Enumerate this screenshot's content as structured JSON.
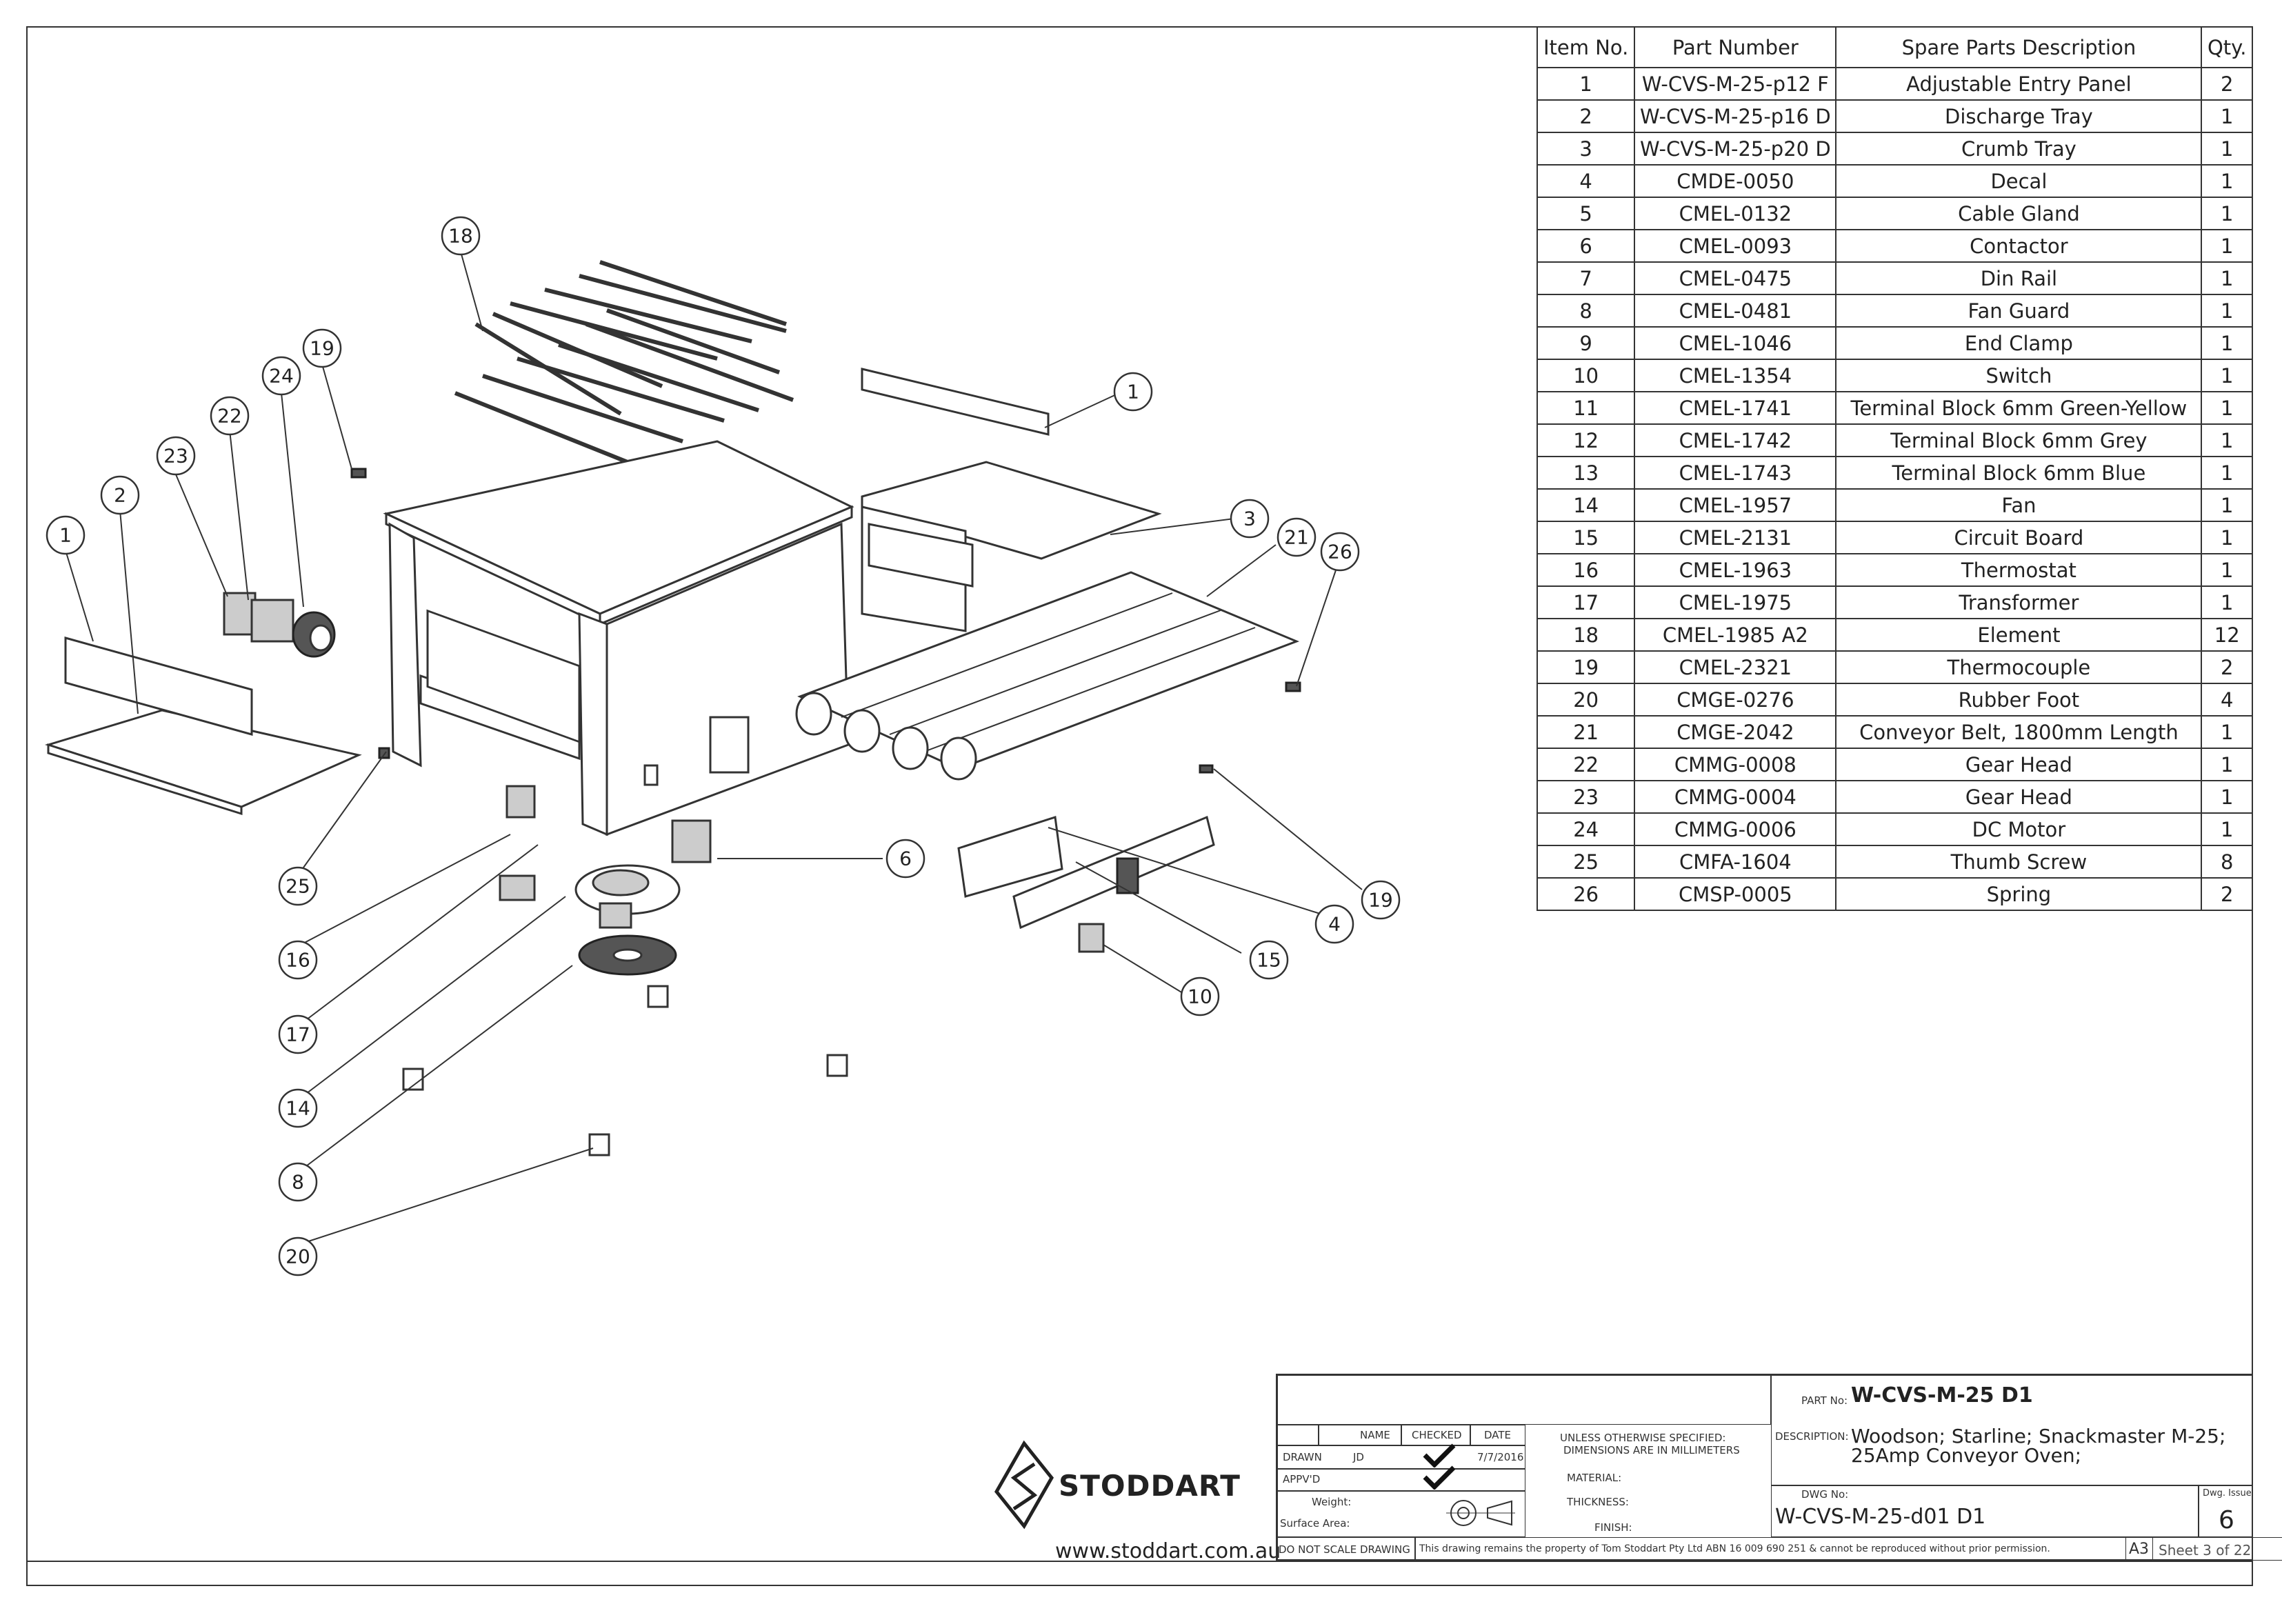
{
  "table": {
    "headers": [
      "Item No.",
      "Part Number",
      "Spare Parts Description",
      "Qty."
    ],
    "rows": [
      [
        "1",
        "W-CVS-M-25-p12 F",
        "Adjustable Entry Panel",
        "2"
      ],
      [
        "2",
        "W-CVS-M-25-p16 D",
        "Discharge Tray",
        "1"
      ],
      [
        "3",
        "W-CVS-M-25-p20 D",
        "Crumb Tray",
        "1"
      ],
      [
        "4",
        "CMDE-0050",
        "Decal",
        "1"
      ],
      [
        "5",
        "CMEL-0132",
        "Cable Gland",
        "1"
      ],
      [
        "6",
        "CMEL-0093",
        "Contactor",
        "1"
      ],
      [
        "7",
        "CMEL-0475",
        "Din Rail",
        "1"
      ],
      [
        "8",
        "CMEL-0481",
        "Fan Guard",
        "1"
      ],
      [
        "9",
        "CMEL-1046",
        "End Clamp",
        "1"
      ],
      [
        "10",
        "CMEL-1354",
        "Switch",
        "1"
      ],
      [
        "11",
        "CMEL-1741",
        "Terminal Block 6mm Green-Yellow",
        "1"
      ],
      [
        "12",
        "CMEL-1742",
        "Terminal Block 6mm Grey",
        "1"
      ],
      [
        "13",
        "CMEL-1743",
        "Terminal Block 6mm Blue",
        "1"
      ],
      [
        "14",
        "CMEL-1957",
        "Fan",
        "1"
      ],
      [
        "15",
        "CMEL-2131",
        "Circuit Board",
        "1"
      ],
      [
        "16",
        "CMEL-1963",
        "Thermostat",
        "1"
      ],
      [
        "17",
        "CMEL-1975",
        "Transformer",
        "1"
      ],
      [
        "18",
        "CMEL-1985 A2",
        "Element",
        "12"
      ],
      [
        "19",
        "CMEL-2321",
        "Thermocouple",
        "2"
      ],
      [
        "20",
        "CMGE-0276",
        "Rubber Foot",
        "4"
      ],
      [
        "21",
        "CMGE-2042",
        "Conveyor Belt, 1800mm Length",
        "1"
      ],
      [
        "22",
        "CMMG-0008",
        "Gear Head",
        "1"
      ],
      [
        "23",
        "CMMG-0004",
        "Gear Head",
        "1"
      ],
      [
        "24",
        "CMMG-0006",
        "DC Motor",
        "1"
      ],
      [
        "25",
        "CMFA-1604",
        "Thumb Screw",
        "8"
      ],
      [
        "26",
        "CMSP-0005",
        "Spring",
        "2"
      ]
    ]
  },
  "balloons": [
    "18",
    "19",
    "24",
    "22",
    "23",
    "2",
    "1",
    "1",
    "3",
    "21",
    "26",
    "25",
    "16",
    "17",
    "14",
    "8",
    "20",
    "6",
    "4",
    "15",
    "10",
    "19"
  ],
  "titleblock": {
    "part_no_label": "PART No:",
    "part_no": "W-CVS-M-25 D1",
    "description_label": "DESCRIPTION:",
    "description_line1": "Woodson; Starline; Snackmaster M-25;",
    "description_line2": "25Amp Conveyor Oven;",
    "name_hdr": "NAME",
    "checked_hdr": "CHECKED",
    "date_hdr": "DATE",
    "drawn_label": "DRAWN",
    "drawn_name": "JD",
    "drawn_date": "7/7/2016",
    "appvd_label": "APPV'D",
    "weight_label": "Weight:",
    "surface_label": "Surface Area:",
    "spec_line1": "UNLESS OTHERWISE SPECIFIED:",
    "spec_line2": "DIMENSIONS ARE IN MILLIMETERS",
    "material_label": "MATERIAL:",
    "thickness_label": "THICKNESS:",
    "finish_label": "FINISH:",
    "dwg_no_label": "DWG No:",
    "dwg_no": "W-CVS-M-25-d01 D1",
    "dwg_issue_label": "Dwg. Issue",
    "dwg_issue": "6",
    "do_not_scale": "DO NOT SCALE DRAWING",
    "property_note": "This drawing remains the property of Tom Stoddart Pty Ltd ABN 16 009 690 251 & cannot be reproduced without prior permission.",
    "size": "A3",
    "sheet": "Sheet 3 of 22"
  },
  "brand": {
    "name": "STODDART",
    "website": "www.stoddart.com.au"
  }
}
